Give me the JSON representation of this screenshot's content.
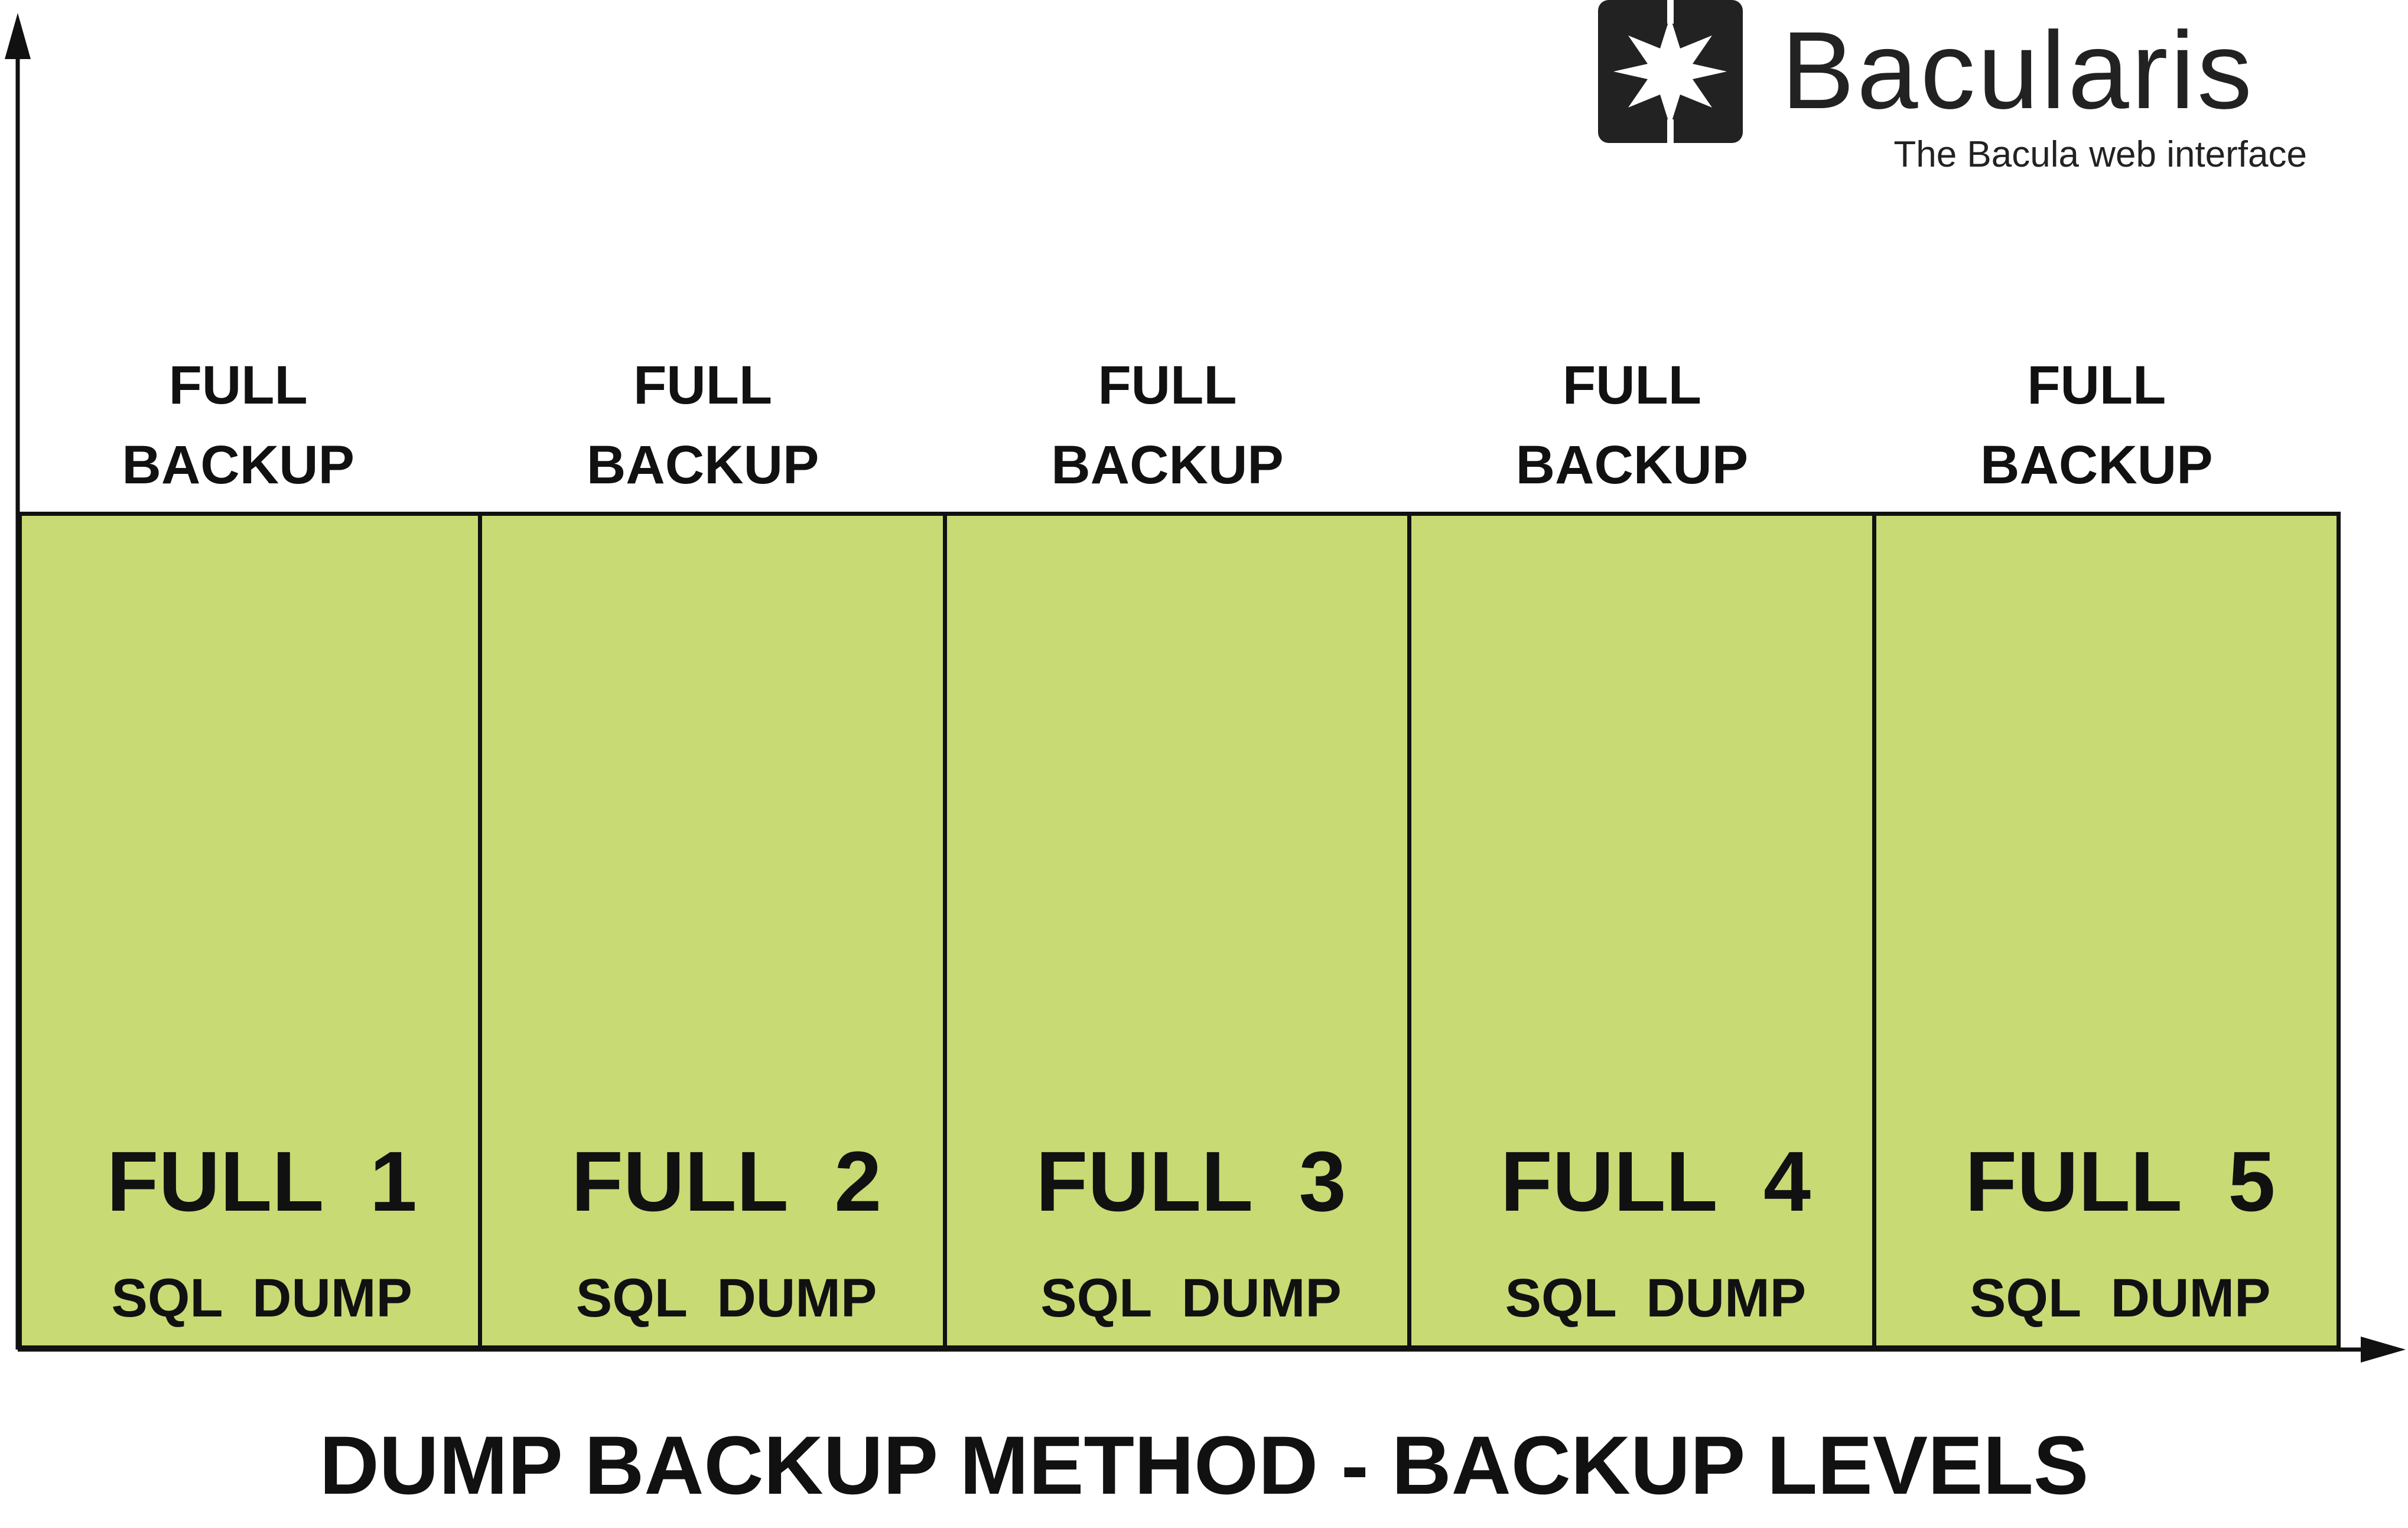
{
  "diagram": {
    "title": "DUMP BACKUP METHOD - BACKUP LEVELS",
    "column_header": [
      "FULL",
      "BACKUP"
    ],
    "fill_color": "#c8da74",
    "line_color": "#111111",
    "columns": [
      {
        "main": "FULL  1",
        "sub": "SQL  DUMP"
      },
      {
        "main": "FULL  2",
        "sub": "SQL  DUMP"
      },
      {
        "main": "FULL  3",
        "sub": "SQL  DUMP"
      },
      {
        "main": "FULL  4",
        "sub": "SQL  DUMP"
      },
      {
        "main": "FULL  5",
        "sub": "SQL  DUMP"
      }
    ]
  },
  "logo": {
    "name": "Bacularis",
    "tagline": "The Bacula web interface",
    "icon": "star-burst-icon",
    "icon_color": "#222222"
  }
}
